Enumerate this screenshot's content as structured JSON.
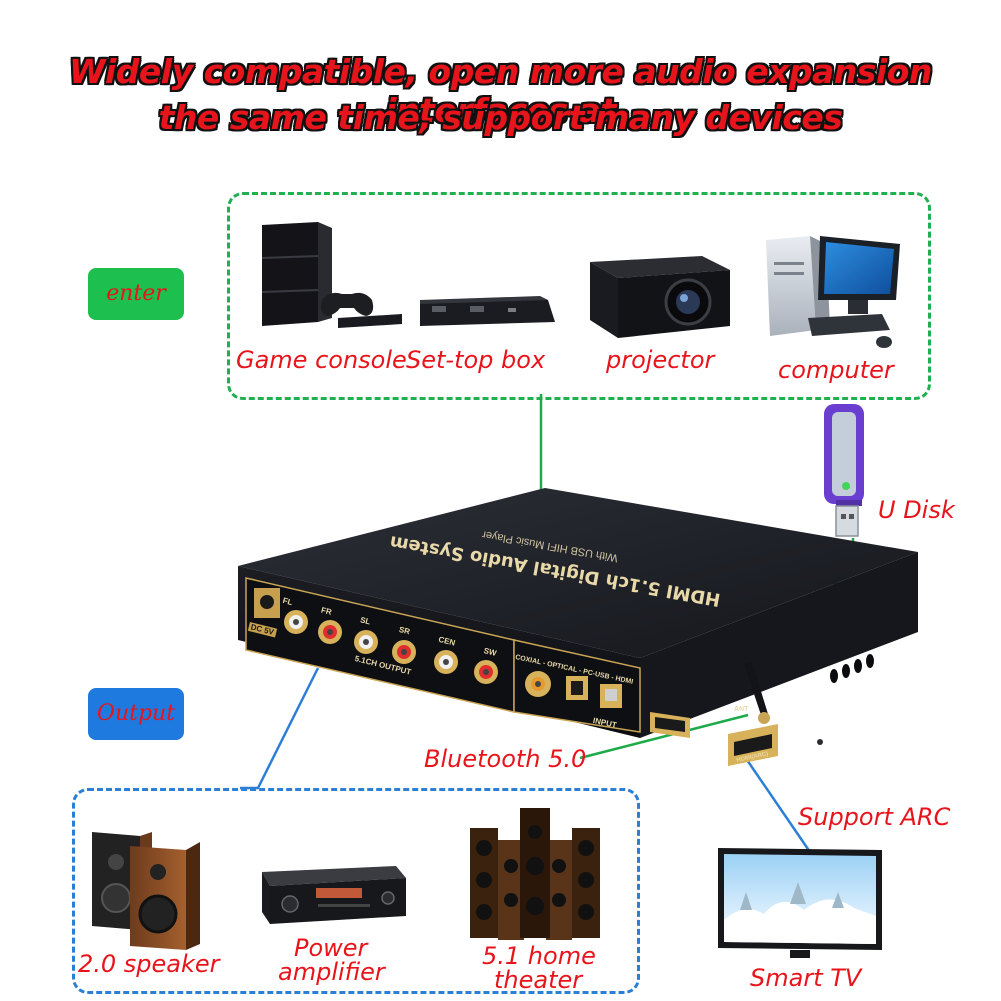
{
  "headline": {
    "line1": "Widely compatible, open more audio expansion interfaces at",
    "line2": "the same time, support many devices"
  },
  "badges": {
    "enter": "enter",
    "output": "Output"
  },
  "inputs": {
    "game_console": "Game console",
    "set_top_box": "Set-top box",
    "projector": "projector",
    "computer": "computer"
  },
  "u_disk": "U Disk",
  "bluetooth": "Bluetooth 5.0",
  "support_arc": "Support ARC",
  "outputs": {
    "speaker": "2.0 speaker",
    "amp_line1": "Power",
    "amp_line2": "amplifier",
    "theater_line1": "5.1 home",
    "theater_line2": "theater",
    "smart_tv": "Smart TV"
  },
  "device": {
    "title": "HDMI 5.1ch Digital Audio System",
    "subtitle": "With USB HIFI Music Player",
    "port_labels": [
      "FL",
      "FR",
      "SL",
      "SR",
      "CEN",
      "SW"
    ],
    "output_label": "5.1CH OUTPUT",
    "input_label": "COXIAL - OPTICAL - PC-USB - HDMI",
    "input_caption": "INPUT",
    "dc_label": "DC 5V",
    "ant_label": "ANT",
    "hdmi_arc_label": "HDMI(ARC)"
  },
  "colors": {
    "accent_red": "#e8141b",
    "enter_green": "#1dbf4e",
    "output_blue": "#1f7ae0",
    "line_green": "#1faa4a",
    "line_blue": "#2d7fd6"
  }
}
